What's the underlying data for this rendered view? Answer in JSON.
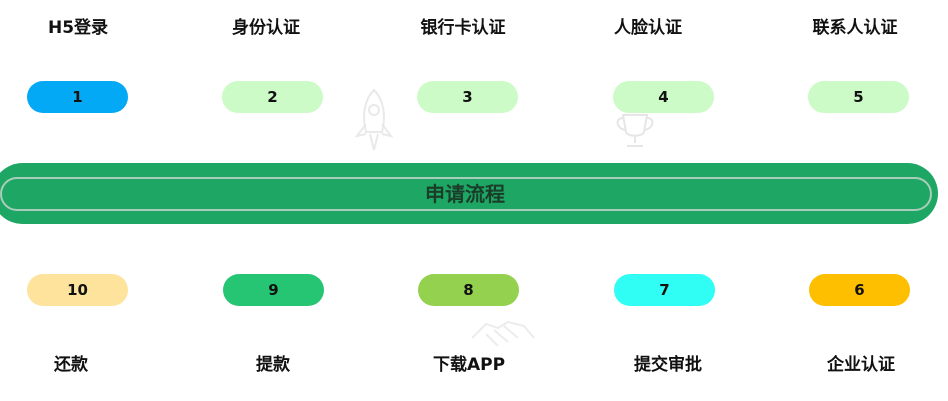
{
  "banner": {
    "title": "申请流程"
  },
  "steps": [
    {
      "number": "1",
      "label": "H5登录",
      "color": "#03a9f4"
    },
    {
      "number": "2",
      "label": "身份认证",
      "color": "#ccfbc7"
    },
    {
      "number": "3",
      "label": "银行卡认证",
      "color": "#ccfbc7"
    },
    {
      "number": "4",
      "label": "人脸认证",
      "color": "#ccfbc7"
    },
    {
      "number": "5",
      "label": "联系人认证",
      "color": "#ccfbc7"
    },
    {
      "number": "6",
      "label": "企业认证",
      "color": "#fdbf00"
    },
    {
      "number": "7",
      "label": "提交审批",
      "color": "#30fdf4"
    },
    {
      "number": "8",
      "label": "下载APP",
      "color": "#93d14e"
    },
    {
      "number": "9",
      "label": "提款",
      "color": "#26c574"
    },
    {
      "number": "10",
      "label": "还款",
      "color": "#fee39c"
    }
  ],
  "decorations": {
    "rocket": "rocket-icon",
    "trophy": "trophy-icon",
    "handshake": "handshake-icon"
  }
}
